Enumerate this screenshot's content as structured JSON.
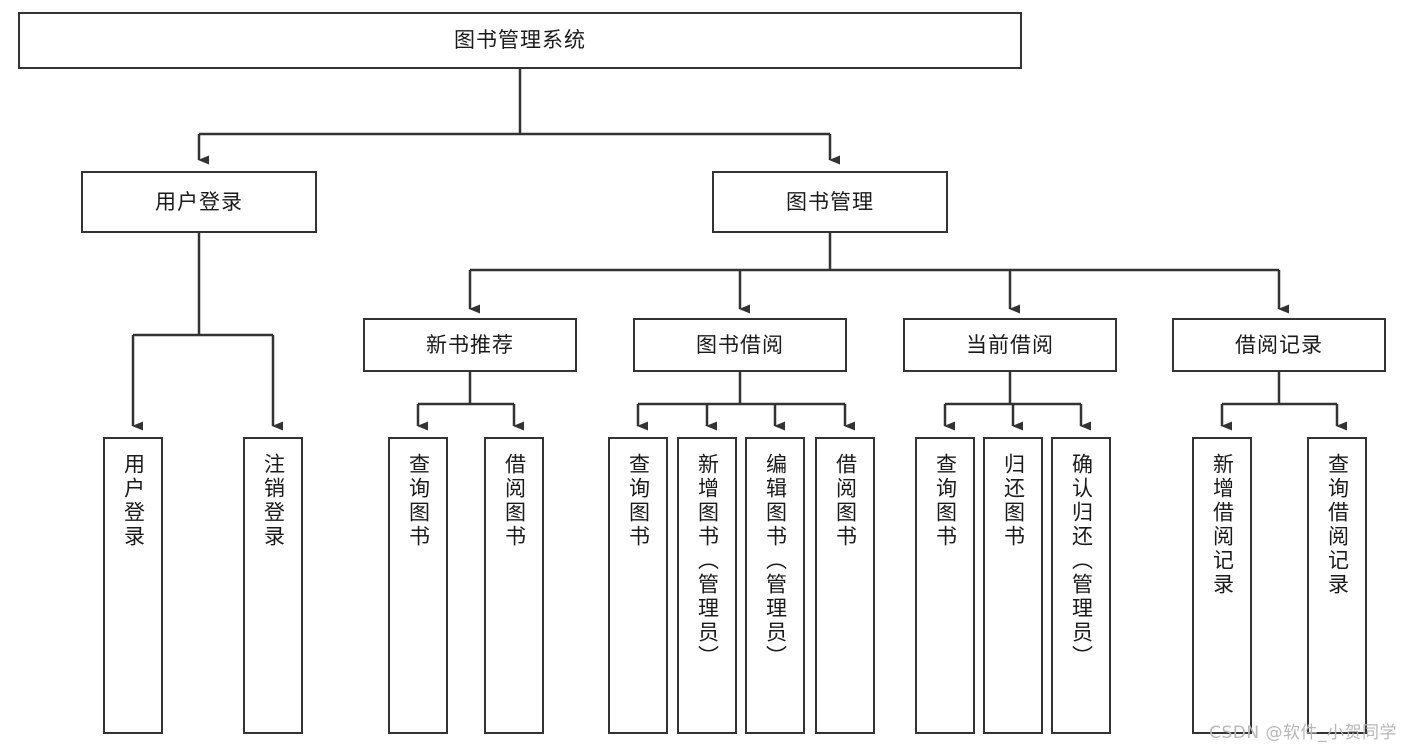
{
  "diagram": {
    "title": "图书管理系统",
    "type": "tree-hierarchy",
    "watermark": "CSDN @软件_小贺同学",
    "colors": {
      "node_border": "#333333",
      "node_fill": "#ffffff",
      "edge": "#333333",
      "text": "#1a1a1a",
      "watermark": "#b8b8b8"
    },
    "nodes": {
      "root": {
        "label": "图书管理系统"
      },
      "level2": [
        {
          "id": "user-login",
          "label": "用户登录"
        },
        {
          "id": "book-manage",
          "label": "图书管理"
        }
      ],
      "level3": [
        {
          "id": "new-book-rec",
          "label": "新书推荐"
        },
        {
          "id": "book-borrow",
          "label": "图书借阅"
        },
        {
          "id": "current-borrow",
          "label": "当前借阅"
        },
        {
          "id": "borrow-record",
          "label": "借阅记录"
        }
      ],
      "leaves": {
        "user-login": [
          {
            "id": "leaf-user-login",
            "label": "用户登录"
          },
          {
            "id": "leaf-user-logout",
            "label": "注销登录"
          }
        ],
        "new-book-rec": [
          {
            "id": "leaf-query-book-1",
            "label": "查询图书"
          },
          {
            "id": "leaf-borrow-book-1",
            "label": "借阅图书"
          }
        ],
        "book-borrow": [
          {
            "id": "leaf-query-book-2",
            "label": "查询图书"
          },
          {
            "id": "leaf-add-book",
            "label": "新增图书（管理员）"
          },
          {
            "id": "leaf-edit-book",
            "label": "编辑图书（管理员）"
          },
          {
            "id": "leaf-borrow-book-2",
            "label": "借阅图书"
          }
        ],
        "current-borrow": [
          {
            "id": "leaf-query-book-3",
            "label": "查询图书"
          },
          {
            "id": "leaf-return-book",
            "label": "归还图书"
          },
          {
            "id": "leaf-confirm-return",
            "label": "确认归还（管理员）"
          }
        ],
        "borrow-record": [
          {
            "id": "leaf-add-record",
            "label": "新增借阅记录"
          },
          {
            "id": "leaf-query-record",
            "label": "查询借阅记录"
          }
        ]
      }
    }
  }
}
